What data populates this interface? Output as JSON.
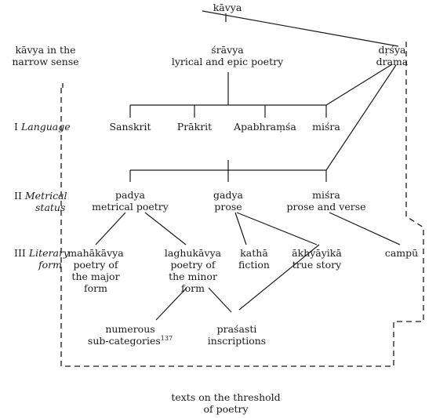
{
  "nodes": {
    "kavya": "kāvya",
    "narrow_1": "kāvya in the",
    "narrow_2": "narrow sense",
    "sravya_1": "śrāvya",
    "sravya_2": "lyrical and epic poetry",
    "drsya_1": "dṛśya",
    "drsya_2": "drama",
    "sanskrit": "Sanskrit",
    "prakrit": "Prākrit",
    "apabhramsa": "Apabhraṃśa",
    "misra_lang": "miśra",
    "padya_1": "padya",
    "padya_2": "metrical poetry",
    "gadya_1": "gadya",
    "gadya_2": "prose",
    "misra_met_1": "miśra",
    "misra_met_2": "prose and verse",
    "mahakavya_1": "mahākāvya",
    "mahakavya_2": "poetry of",
    "mahakavya_3": "the major",
    "mahakavya_4": "form",
    "laghukavya_1": "laghukāvya",
    "laghukavya_2": "poetry of",
    "laghukavya_3": "the minor",
    "laghukavya_4": "form",
    "katha_1": "kathā",
    "katha_2": "fiction",
    "akhyayika_1": "ākhyāyikā",
    "akhyayika_2": "true story",
    "campu": "campū",
    "numerous_1": "numerous",
    "numerous_2": "sub-categories",
    "numerous_note": "137",
    "prasasti_1": "praśasti",
    "prasasti_2": "inscriptions",
    "threshold_1": "texts on the threshold",
    "threshold_2": "of poetry"
  },
  "levels": {
    "language_num": "I",
    "language": "Language",
    "metrical_num": "II",
    "metrical_1": "Metrical",
    "metrical_2": "status",
    "literary_num": "III",
    "literary_1": "Literary",
    "literary_2": "form"
  },
  "colors": {
    "ink": "#1a1a1a"
  }
}
